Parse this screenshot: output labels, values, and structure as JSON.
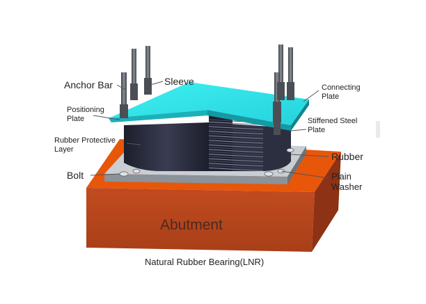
{
  "labels": {
    "anchor_bar": "Anchor Bar",
    "sleeve": "Sleeve",
    "connecting_plate_1": "Connecting",
    "connecting_plate_2": "Plate",
    "positioning_plate_1": "Positioning",
    "positioning_plate_2": "Plate",
    "stiffened_steel_plate_1": "Stiffened Steel",
    "stiffened_steel_plate_2": "Plate",
    "rubber_protective_layer_1": "Rubber Protective",
    "rubber_protective_layer_2": "Layer",
    "rubber": "Rubber",
    "bolt": "Bolt",
    "plain_washer_1": "Plain",
    "plain_washer_2": "Washer",
    "abutment": "Abutment"
  },
  "caption": "Natural Rubber Bearing(LNR)",
  "colors": {
    "top_plate": "#36e3e7",
    "top_plate_edge": "#1aa7b0",
    "rubber_core": "#2b2d3e",
    "steel_plate": "#a9b0b8",
    "abutment_top": "#e85a0c",
    "abutment_front": "#b9461d",
    "abutment_side": "#8d3214",
    "bar": "#5c6066"
  }
}
